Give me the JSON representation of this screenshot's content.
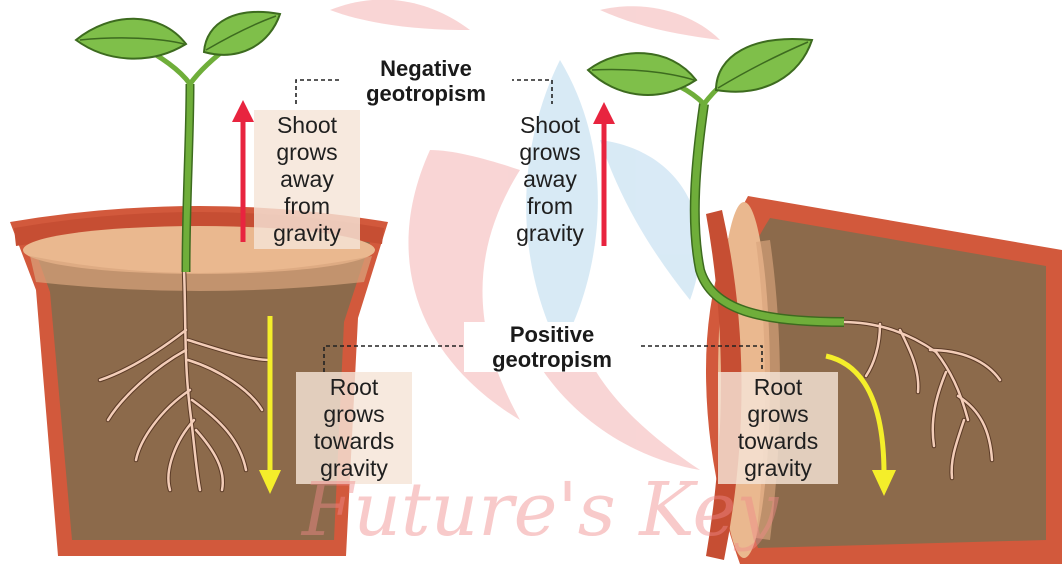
{
  "headings": {
    "negative": [
      "Negative",
      "geotropism"
    ],
    "positive": [
      "Positive",
      "geotropism"
    ]
  },
  "left_pot": {
    "shoot_label": [
      "Shoot",
      "grows",
      "away",
      "from",
      "gravity"
    ],
    "root_label": [
      "Root",
      "grows",
      "towards",
      "gravity"
    ]
  },
  "right_pot": {
    "shoot_label": [
      "Shoot",
      "grows",
      "away",
      "from",
      "gravity"
    ],
    "root_label": [
      "Root",
      "grows",
      "towards",
      "gravity"
    ]
  },
  "watermark": "Future's Key",
  "colors": {
    "pot_outer": "#d2593c",
    "pot_rim_top": "#eab88f",
    "soil": "#8c6a4b",
    "shoot_green": "#6fae3a",
    "leaf_green": "#7fbf4a",
    "root": "#f3cdb8",
    "up_arrow_red": "#e8243f",
    "down_arrow_yellow": "#f4ee2a",
    "watermark_red": "#f08a8a",
    "watermark_blue": "#a9cfe8"
  }
}
